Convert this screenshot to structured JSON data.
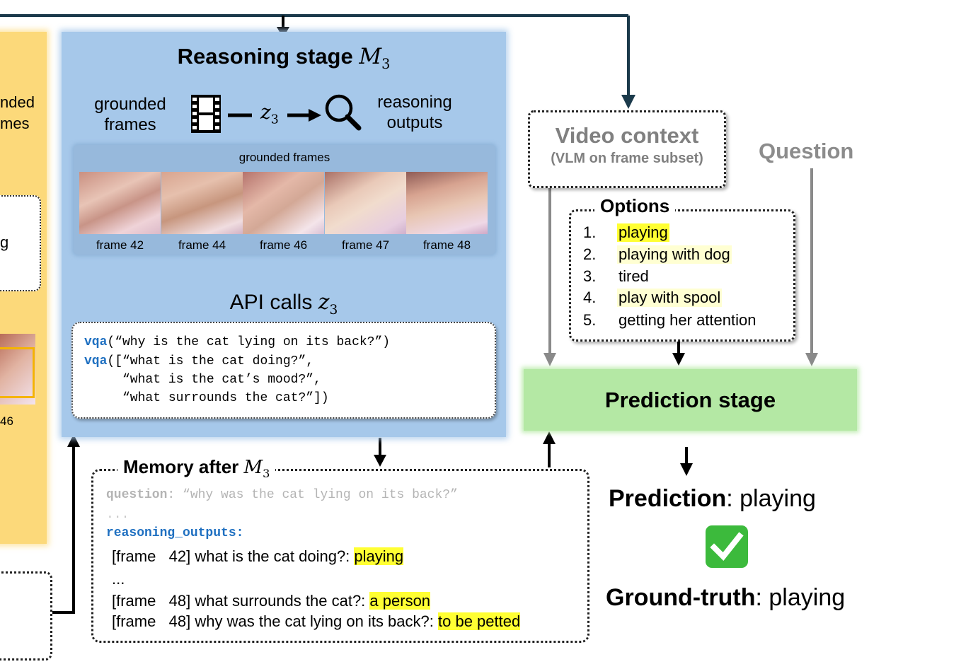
{
  "left_stage": {
    "text_lines": [
      "nded",
      "mes"
    ],
    "box_char": "g",
    "frame_caption": "46"
  },
  "reasoning_stage": {
    "title": "Reasoning stage",
    "model_symbol": "M",
    "model_sub": "3",
    "input_label": "grounded frames",
    "program_symbol": "z",
    "program_sub": "3",
    "output_label": "reasoning outputs",
    "frames_panel_title": "grounded frames",
    "frames": [
      {
        "caption": "frame 42"
      },
      {
        "caption": "frame 44"
      },
      {
        "caption": "frame 46"
      },
      {
        "caption": "frame 47"
      },
      {
        "caption": "frame 48"
      }
    ],
    "api_label": "API calls",
    "api_code": [
      {
        "fn": "vqa",
        "rest": "(“why is the cat lying on its back?”)"
      },
      {
        "fn": "vqa",
        "rest": "([“what is the cat doing?”,"
      },
      {
        "fn": "",
        "rest": "     “what is the cat’s mood?”,"
      },
      {
        "fn": "",
        "rest": "     “what surrounds the cat?”])"
      }
    ]
  },
  "memory": {
    "title": "Memory after",
    "question_key": "question",
    "question_value": ": “why was the cat lying on its back?”",
    "ellipsis": "...",
    "reasoning_key": "reasoning_outputs:",
    "lines": [
      {
        "prefix": "[frame   42] what is the cat doing?: ",
        "answer": "playing"
      },
      {
        "prefix": "...",
        "answer": ""
      },
      {
        "prefix": "[frame   48] what surrounds the cat?: ",
        "answer": "a person"
      },
      {
        "prefix": "[frame   48] why was the cat lying on its back?: ",
        "answer": "to be petted"
      }
    ]
  },
  "video_context": {
    "title": "Video context",
    "subtitle": "(VLM on frame subset)"
  },
  "question_label": "Question",
  "options": {
    "title": "Options",
    "items": [
      {
        "num": "1.",
        "text": "playing",
        "highlight": "strong"
      },
      {
        "num": "2.",
        "text": "playing with dog",
        "highlight": "light"
      },
      {
        "num": "3.",
        "text": "tired",
        "highlight": "none"
      },
      {
        "num": "4.",
        "text": "play with spool",
        "highlight": "light"
      },
      {
        "num": "5.",
        "text": "getting her attention",
        "highlight": "none"
      }
    ]
  },
  "prediction_stage": {
    "label": "Prediction stage"
  },
  "result": {
    "prediction_label": "Prediction",
    "prediction_value": ": playing",
    "check_icon": "white-check-mark-icon",
    "ground_truth_label": "Ground-truth",
    "ground_truth_value": ": playing"
  },
  "colors": {
    "left_stage": "#fcd97a",
    "reasoning_stage": "#a6c8ea",
    "prediction_stage": "#b4e8a4",
    "code_keyword": "#1f70c1",
    "highlight": "#ffff33",
    "check": "#3cba3c",
    "gray_text": "#808080",
    "flow_arrow_dark": "#1b3a4b"
  }
}
